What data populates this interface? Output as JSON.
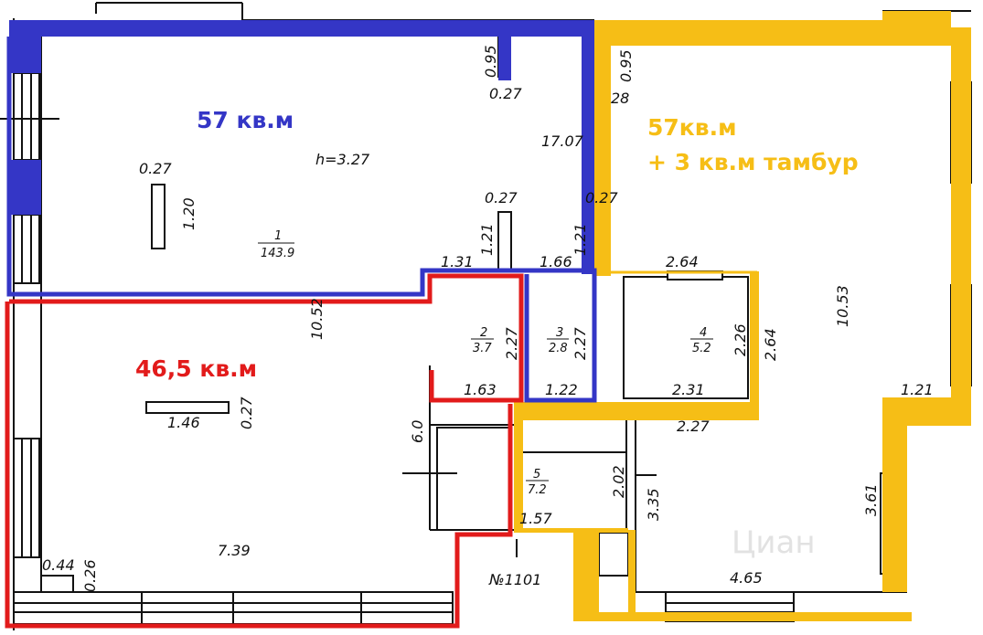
{
  "zones": {
    "blue": {
      "label": "57 кв.м",
      "color": "#3436c6"
    },
    "red": {
      "label": "46,5 кв.м",
      "color": "#e21b1b"
    },
    "yellow": {
      "label_line1": "57кв.м",
      "label_line2": "+ 3 кв.м тамбур",
      "color": "#f6be16"
    }
  },
  "rooms": {
    "r1": {
      "number": "1",
      "area": "143.9"
    },
    "r2": {
      "number": "2",
      "area": "3.7"
    },
    "r3": {
      "number": "3",
      "area": "2.8"
    },
    "r4": {
      "number": "4",
      "area": "5.2"
    },
    "r5": {
      "number": "5",
      "area": "7.2"
    }
  },
  "ceiling_height": "h=3.27",
  "apartment_number": "№1101",
  "watermark": "Циан",
  "dims": {
    "d_095a": "0.95",
    "d_027a": "0.27",
    "d_095b": "0.95",
    "d_28": "28",
    "d_1707": "17.07",
    "d_027b": "0.27",
    "d_120": "1.20",
    "d_027c": "0.27",
    "d_027d": "0.27",
    "d_121a": "1.21",
    "d_121b": "1.21",
    "d_131": "1.31",
    "d_166": "1.66",
    "d_264a": "2.64",
    "d_1052": "10.52",
    "d_1053": "10.53",
    "d_227a": "2.27",
    "d_227b": "2.27",
    "d_226": "2.26",
    "d_264b": "2.64",
    "d_163": "1.63",
    "d_122": "1.22",
    "d_231": "2.31",
    "d_121c": "1.21",
    "d_227c": "2.27",
    "d_146": "1.46",
    "d_027e": "0.27",
    "d_60": "6.0",
    "d_202": "2.02",
    "d_335": "3.35",
    "d_361": "3.61",
    "d_157": "1.57",
    "d_739": "7.39",
    "d_044": "0.44",
    "d_026": "0.26",
    "d_465": "4.65"
  }
}
